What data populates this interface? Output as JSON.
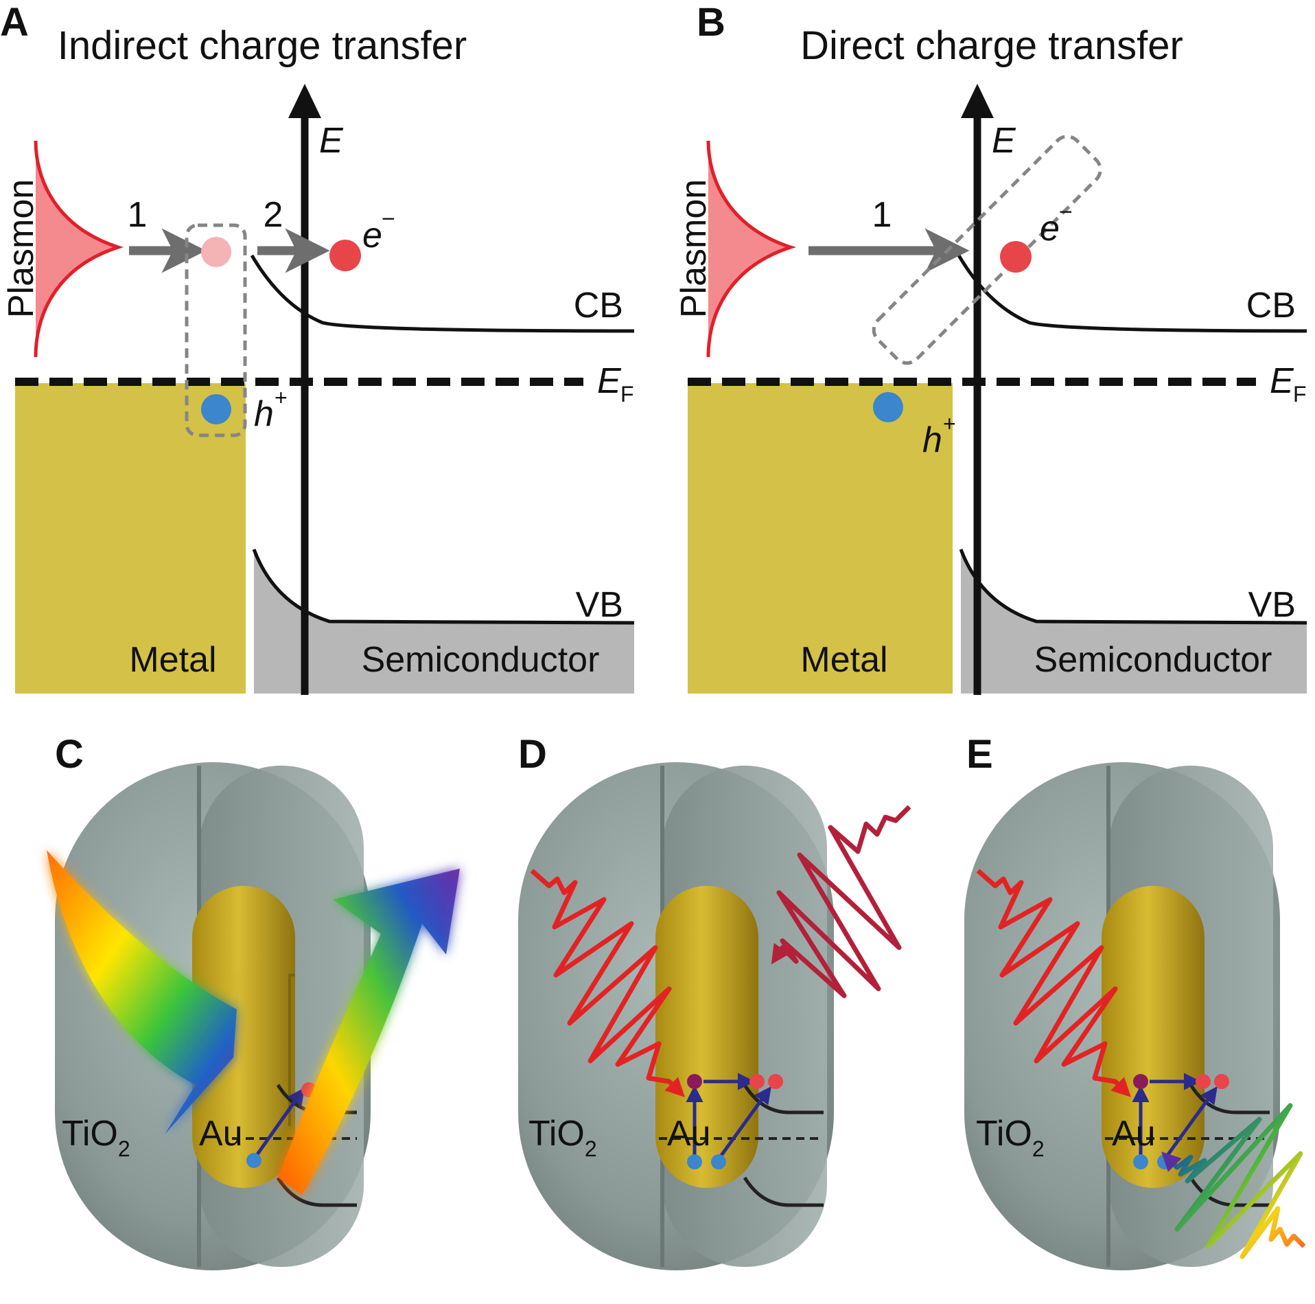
{
  "colors": {
    "metal": "#d4c147",
    "semiconductor_fill": "#b7b7b7",
    "plasmon_fill": "#f4898e",
    "plasmon_line": "#e0202a",
    "electron": "#e8454a",
    "electron_faint": "#f4b3b5",
    "hole": "#3b86cc",
    "arrow": "#6e6e6e",
    "dash_box": "#858585",
    "shell": "#8e9c99",
    "core": "#c8a81c",
    "light_red": "#e32323",
    "light_darkred": "#b3203a",
    "transition_arrow": "#2a2b8c"
  },
  "panels": {
    "A": {
      "letter": "A",
      "title": "Indirect charge transfer",
      "plasmon": "Plasmon",
      "step1": "1",
      "step2": "2",
      "energy_axis": "E",
      "electron": "e",
      "electron_sup": "−",
      "hole": "h",
      "hole_sup": "+",
      "cb": "CB",
      "vb": "VB",
      "fermi": "E",
      "fermi_sub": "F",
      "metal": "Metal",
      "semiconductor": "Semiconductor"
    },
    "B": {
      "letter": "B",
      "title": "Direct charge transfer",
      "plasmon": "Plasmon",
      "step1": "1",
      "energy_axis": "E",
      "electron": "e",
      "electron_sup": "−",
      "hole": "h",
      "hole_sup": "+",
      "cb": "CB",
      "vb": "VB",
      "fermi": "E",
      "fermi_sub": "F",
      "metal": "Metal",
      "semiconductor": "Semiconductor"
    },
    "C": {
      "letter": "C",
      "shell": "TiO",
      "shell_sub": "2",
      "core": "Au"
    },
    "D": {
      "letter": "D",
      "shell": "TiO",
      "shell_sub": "2",
      "core": "Au"
    },
    "E": {
      "letter": "E",
      "shell": "TiO",
      "shell_sub": "2",
      "core": "Au"
    }
  }
}
